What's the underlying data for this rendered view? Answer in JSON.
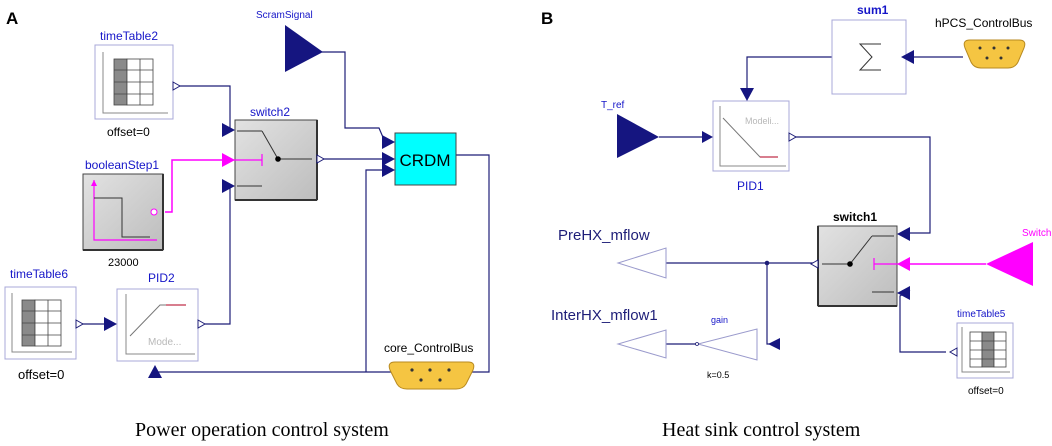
{
  "panels": {
    "a": {
      "letter": "A",
      "caption": "Power operation control system",
      "blocks": {
        "scram_signal": "ScramSignal",
        "time_table2": "timeTable2",
        "time_table2_param": "offset=0",
        "switch2": "switch2",
        "crdm": "CRDM",
        "boolean_step1": "booleanStep1",
        "boolean_step1_param": "23000",
        "time_table6": "timeTable6",
        "time_table6_param": "offset=0",
        "pid2": "PID2",
        "pid2_inner": "Mode...",
        "core_control_bus": "core_ControlBus"
      }
    },
    "b": {
      "letter": "B",
      "caption": "Heat sink control system",
      "blocks": {
        "sum1": "sum1",
        "hpcs_control_bus": "hPCS_ControlBus",
        "t_ref": "T_ref",
        "pid1": "PID1",
        "pid1_inner": "Modeli...",
        "switch1": "switch1",
        "prehx_mflow": "PreHX_mflow",
        "switch": "Switch",
        "interhx_mflow1": "InterHX_mflow1",
        "gain": "gain",
        "gain_param": "k=0.5",
        "time_table5": "timeTable5",
        "time_table5_param": "offset=0"
      }
    }
  },
  "colors": {
    "block_label": "#1515c8",
    "connector": "#151580",
    "boolean_signal": "#ff00ff",
    "crdm_fill": "#00ffff",
    "bus_fill": "#f5c542"
  }
}
